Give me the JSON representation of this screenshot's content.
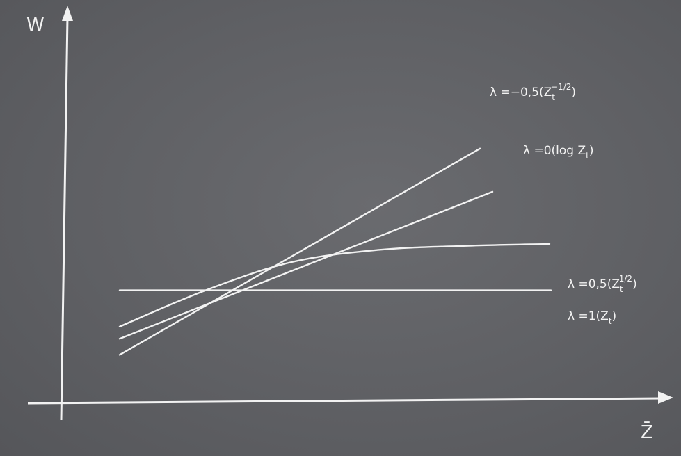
{
  "chart_data": {
    "type": "line",
    "ylabel": "W",
    "xlabel": "Z̄",
    "axis_ticks": false,
    "grid": false,
    "series": [
      {
        "name": "λ =−0,5(Z_t^−1/2)",
        "label": {
          "pre": "λ =−0,5(Z",
          "sub": "t",
          "sup": "−1/2",
          "post": ")"
        },
        "shape": "steepest-rising",
        "points": [
          [
            0.0,
            0.12
          ],
          [
            1.0,
            0.73
          ]
        ]
      },
      {
        "name": "λ =0(log Z_t)",
        "label": {
          "pre": "λ =0(log Z",
          "sub": "t",
          "sup": "",
          "post": ")"
        },
        "shape": "rising",
        "points": [
          [
            0.0,
            0.16
          ],
          [
            1.0,
            0.58
          ]
        ]
      },
      {
        "name": "λ =0,5(Z_t^1/2)",
        "label": {
          "pre": "λ =0,5(Z",
          "sub": "t",
          "sup": "1/2",
          "post": ")"
        },
        "shape": "concave-rising",
        "points": [
          [
            0.0,
            0.19
          ],
          [
            0.2,
            0.28
          ],
          [
            0.4,
            0.35
          ],
          [
            0.6,
            0.38
          ],
          [
            0.8,
            0.39
          ],
          [
            1.0,
            0.395
          ]
        ]
      },
      {
        "name": "λ =1(Z_t)",
        "label": {
          "pre": "λ =1(Z",
          "sub": "t",
          "sup": "",
          "post": ")"
        },
        "shape": "flat",
        "points": [
          [
            0.0,
            0.28
          ],
          [
            1.0,
            0.28
          ]
        ]
      }
    ]
  }
}
